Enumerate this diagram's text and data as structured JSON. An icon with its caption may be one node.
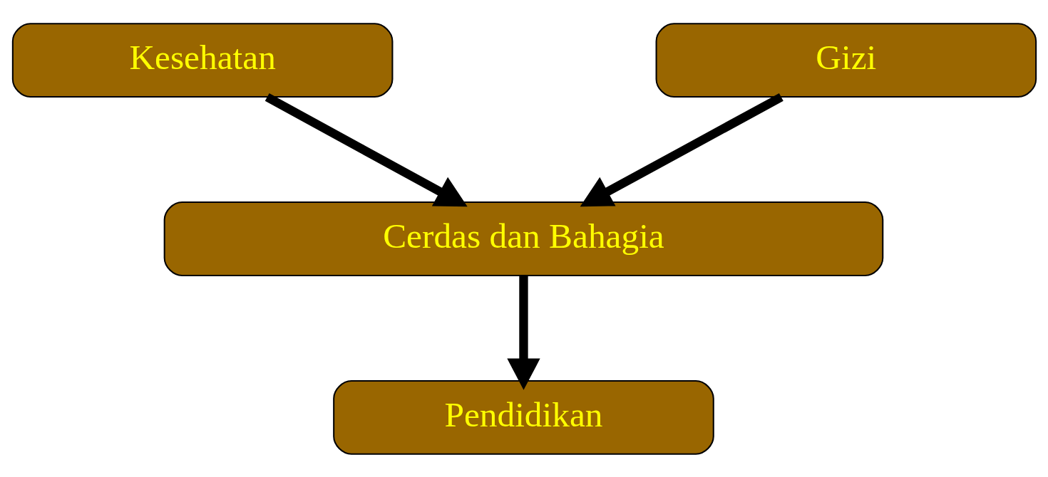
{
  "diagram": {
    "nodes": [
      {
        "text": [
          "Kesehatan"
        ]
      },
      {
        "text": [
          "Gizi"
        ]
      },
      {
        "text": [
          "Cerdas dan Bahagia"
        ]
      },
      {
        "text": [
          "Pendidikan"
        ]
      }
    ],
    "edges": [
      {
        "from": 0,
        "to": 2,
        "arrow": "to"
      },
      {
        "from": 1,
        "to": 2,
        "arrow": "to"
      },
      {
        "from": 2,
        "to": 3,
        "arrow": "to"
      }
    ]
  }
}
